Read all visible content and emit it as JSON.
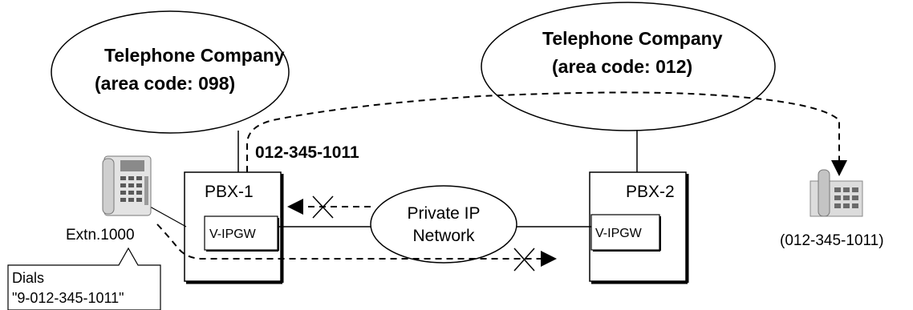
{
  "clouds": {
    "left": {
      "line1": "Telephone Company",
      "line2": "(area code: 098)"
    },
    "right": {
      "line1": "Telephone Company",
      "line2": "(area code: 012)"
    }
  },
  "dialed_number": "012-345-1011",
  "pbx1": {
    "label": "PBX-1",
    "gateway": "V-IPGW"
  },
  "pbx2": {
    "label": "PBX-2",
    "gateway": "V-IPGW"
  },
  "network": {
    "line1": "Private IP",
    "line2": "Network"
  },
  "extension": {
    "label": "Extn.1000"
  },
  "callout": {
    "line1": "Dials",
    "line2": "\"9-012-345-1011\""
  },
  "destination": {
    "label": "(012-345-1011)"
  }
}
